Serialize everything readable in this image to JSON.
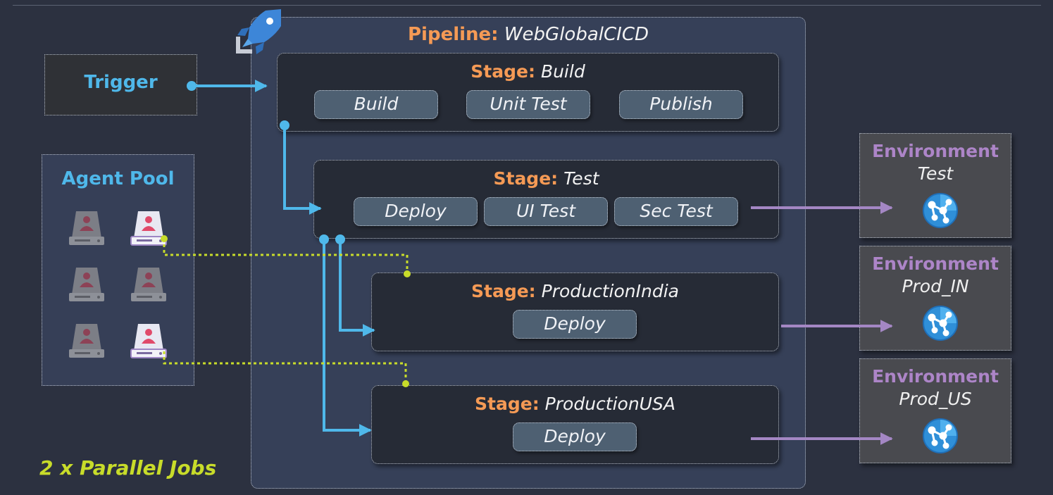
{
  "pipeline": {
    "label": "Pipeline:",
    "name": "WebGlobalCICD"
  },
  "trigger": {
    "label": "Trigger"
  },
  "agent_pool": {
    "label": "Agent Pool"
  },
  "stages": {
    "build": {
      "label": "Stage:",
      "name": "Build",
      "jobs": [
        "Build",
        "Unit Test",
        "Publish"
      ]
    },
    "test": {
      "label": "Stage:",
      "name": "Test",
      "jobs": [
        "Deploy",
        "UI Test",
        "Sec Test"
      ]
    },
    "production_india": {
      "label": "Stage:",
      "name": "ProductionIndia",
      "jobs": [
        "Deploy"
      ]
    },
    "production_usa": {
      "label": "Stage:",
      "name": "ProductionUSA",
      "jobs": [
        "Deploy"
      ]
    }
  },
  "environments": [
    {
      "label": "Environment",
      "name": "Test"
    },
    {
      "label": "Environment",
      "name": "Prod_IN"
    },
    {
      "label": "Environment",
      "name": "Prod_US"
    }
  ],
  "footer": {
    "parallel_jobs": "2 x Parallel Jobs"
  },
  "colors": {
    "background": "#2c3140",
    "pipeline_fill": "#364058",
    "stage_fill": "#262b36",
    "job_fill": "#4e6072",
    "keyword_orange": "#f59a55",
    "trigger_blue": "#4fb8ea",
    "environment_purple": "#ad85c8",
    "flow_arrow_blue": "#4fb8ea",
    "deploy_arrow_purple": "#a487c4",
    "agent_link_lime": "#c8dc2a",
    "parallel_jobs_lime": "#c8dc2a"
  },
  "icons": [
    "azure-pipelines-rocket-icon",
    "server-agent-icon",
    "azure-web-app-icon"
  ]
}
